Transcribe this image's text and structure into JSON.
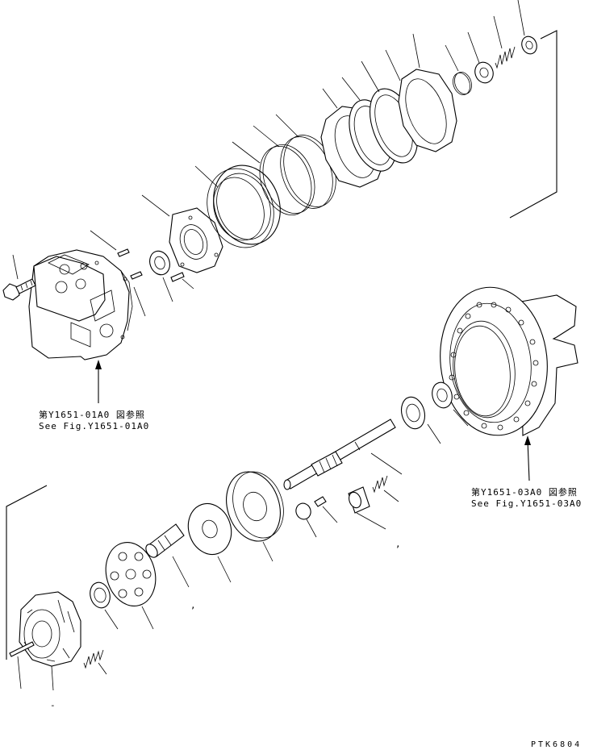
{
  "references": [
    {
      "line1": "第Y1651-01A0 図参照",
      "line2": "See Fig.Y1651-01A0"
    },
    {
      "line1": "第Y1651-03A0 図参照",
      "line2": "See Fig.Y1651-03A0"
    }
  ],
  "drawing_code": "PTK6804",
  "stray_marks": [
    ",",
    ",",
    "-"
  ]
}
